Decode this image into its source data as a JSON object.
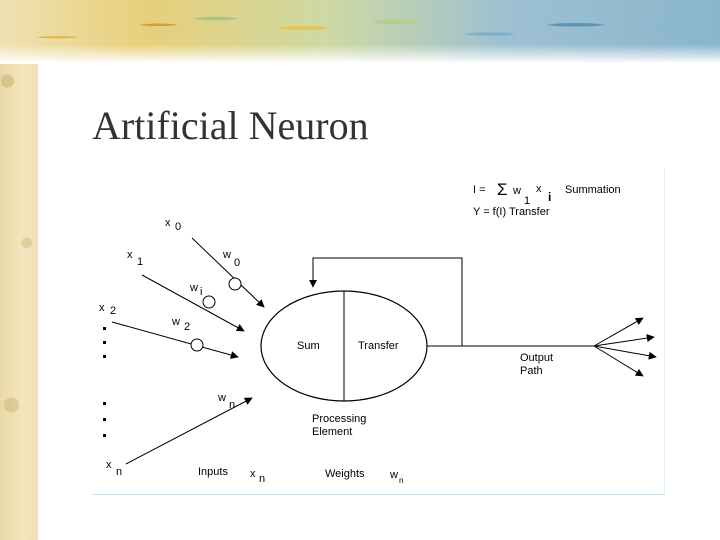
{
  "slide": {
    "title": "Artificial Neuron"
  },
  "diagram": {
    "formula": {
      "i_eq": "I =",
      "sigma": "Σ",
      "w": "w",
      "w_sub": "1",
      "x": "x",
      "x_sub": "i",
      "summation_label": "Summation",
      "transfer_eq": "Y = f(I)  Transfer"
    },
    "inputs": {
      "x0": "x",
      "x0_sub": "0",
      "x1": "x",
      "x1_sub": "1",
      "x2": "x",
      "x2_sub": "2",
      "xn": "x",
      "xn_sub": "n"
    },
    "weights": {
      "w0": "w",
      "w0_sub": "0",
      "wi": "w",
      "wi_sub": "i",
      "w2": "w",
      "w2_sub": "2",
      "wn": "w",
      "wn_sub": "n"
    },
    "neuron": {
      "sum_label": "Sum",
      "transfer_label": "Transfer",
      "element_label_line1": "Processing",
      "element_label_line2": "Element"
    },
    "output": {
      "line1": "Output",
      "line2": "Path"
    },
    "legend": {
      "inputs_label": "Inputs",
      "inputs_sym": "x",
      "inputs_sub": "n",
      "weights_label": "Weights",
      "weights_sym": "w",
      "weights_sub": "n"
    }
  }
}
